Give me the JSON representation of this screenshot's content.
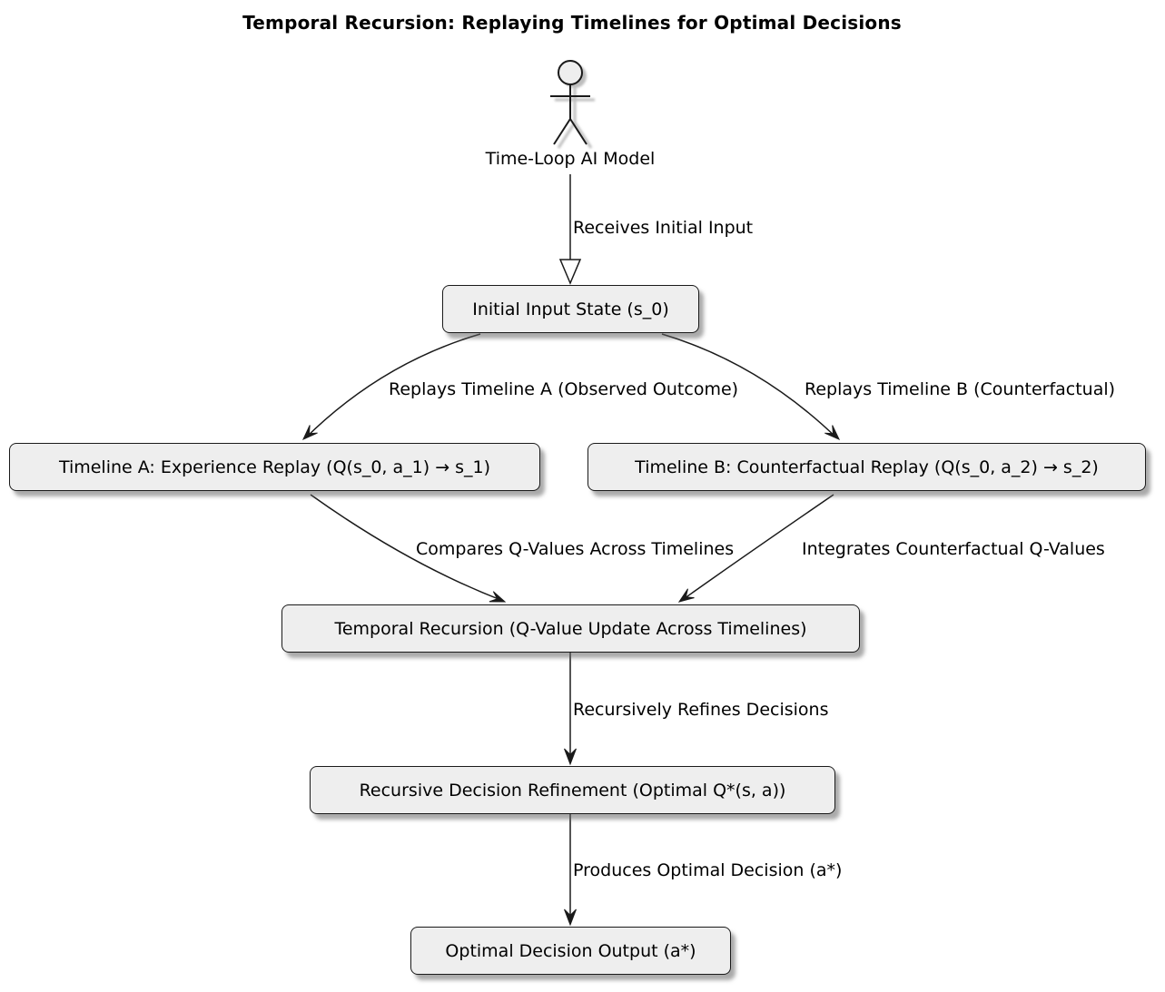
{
  "title": "Temporal Recursion: Replaying Timelines for Optimal Decisions",
  "actor": {
    "label": "Time-Loop AI Model"
  },
  "nodes": {
    "initial": "Initial Input State (s_0)",
    "timeline_a": "Timeline A: Experience Replay (Q(s_0, a_1) → s_1)",
    "timeline_b": "Timeline B: Counterfactual Replay (Q(s_0, a_2) → s_2)",
    "temporal": "Temporal Recursion (Q-Value Update Across Timelines)",
    "refinement": "Recursive Decision Refinement (Optimal Q*(s, a))",
    "output": "Optimal Decision Output (a*)"
  },
  "edge_labels": {
    "receives": "Receives Initial Input",
    "replays_a": "Replays Timeline A (Observed Outcome)",
    "replays_b": "Replays Timeline B (Counterfactual)",
    "compares": "Compares Q-Values Across Timelines",
    "integrates": "Integrates Counterfactual Q-Values",
    "refines": "Recursively Refines Decisions",
    "produces": "Produces Optimal Decision (a*)"
  },
  "colors": {
    "background": "#ffffff",
    "node_fill": "#eeeeee",
    "node_border": "#1a1a1a",
    "line": "#1a1a1a",
    "text": "#000000",
    "shadow": "#9a9a9a"
  }
}
